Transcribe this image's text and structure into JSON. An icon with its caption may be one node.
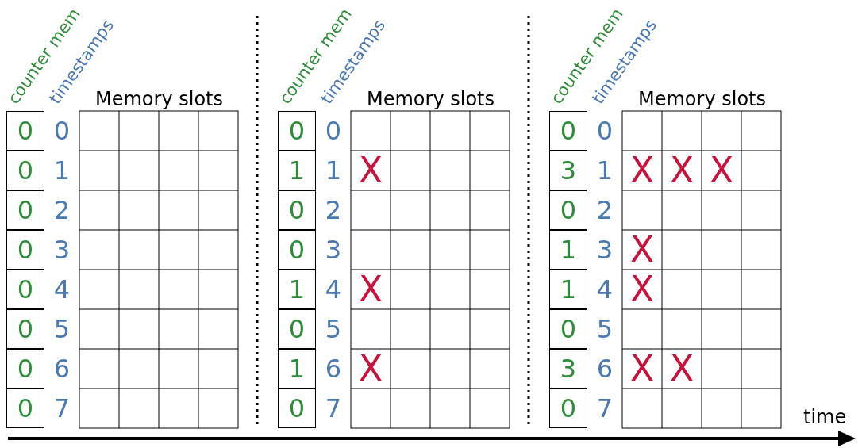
{
  "diagram": {
    "labels": [
      "counter mem",
      "timestamps",
      "Memory slots",
      "0",
      "0",
      "0",
      "1",
      "0",
      "2",
      "0",
      "3",
      "0",
      "4",
      "0",
      "5",
      "0",
      "6",
      "0",
      "7",
      "counter mem",
      "timestamps",
      "Memory slots",
      "0",
      "0",
      "1",
      "1",
      "X",
      "0",
      "2",
      "0",
      "3",
      "1",
      "4",
      "X",
      "0",
      "5",
      "1",
      "6",
      "X",
      "0",
      "7",
      "counter mem",
      "timestamps",
      "Memory slots",
      "0",
      "0",
      "3",
      "1",
      "X",
      "X",
      "X",
      "0",
      "2",
      "1",
      "3",
      "X",
      "1",
      "4",
      "X",
      "0",
      "5",
      "3",
      "6",
      "X",
      "X",
      "0",
      "7",
      "time"
    ]
  }
}
